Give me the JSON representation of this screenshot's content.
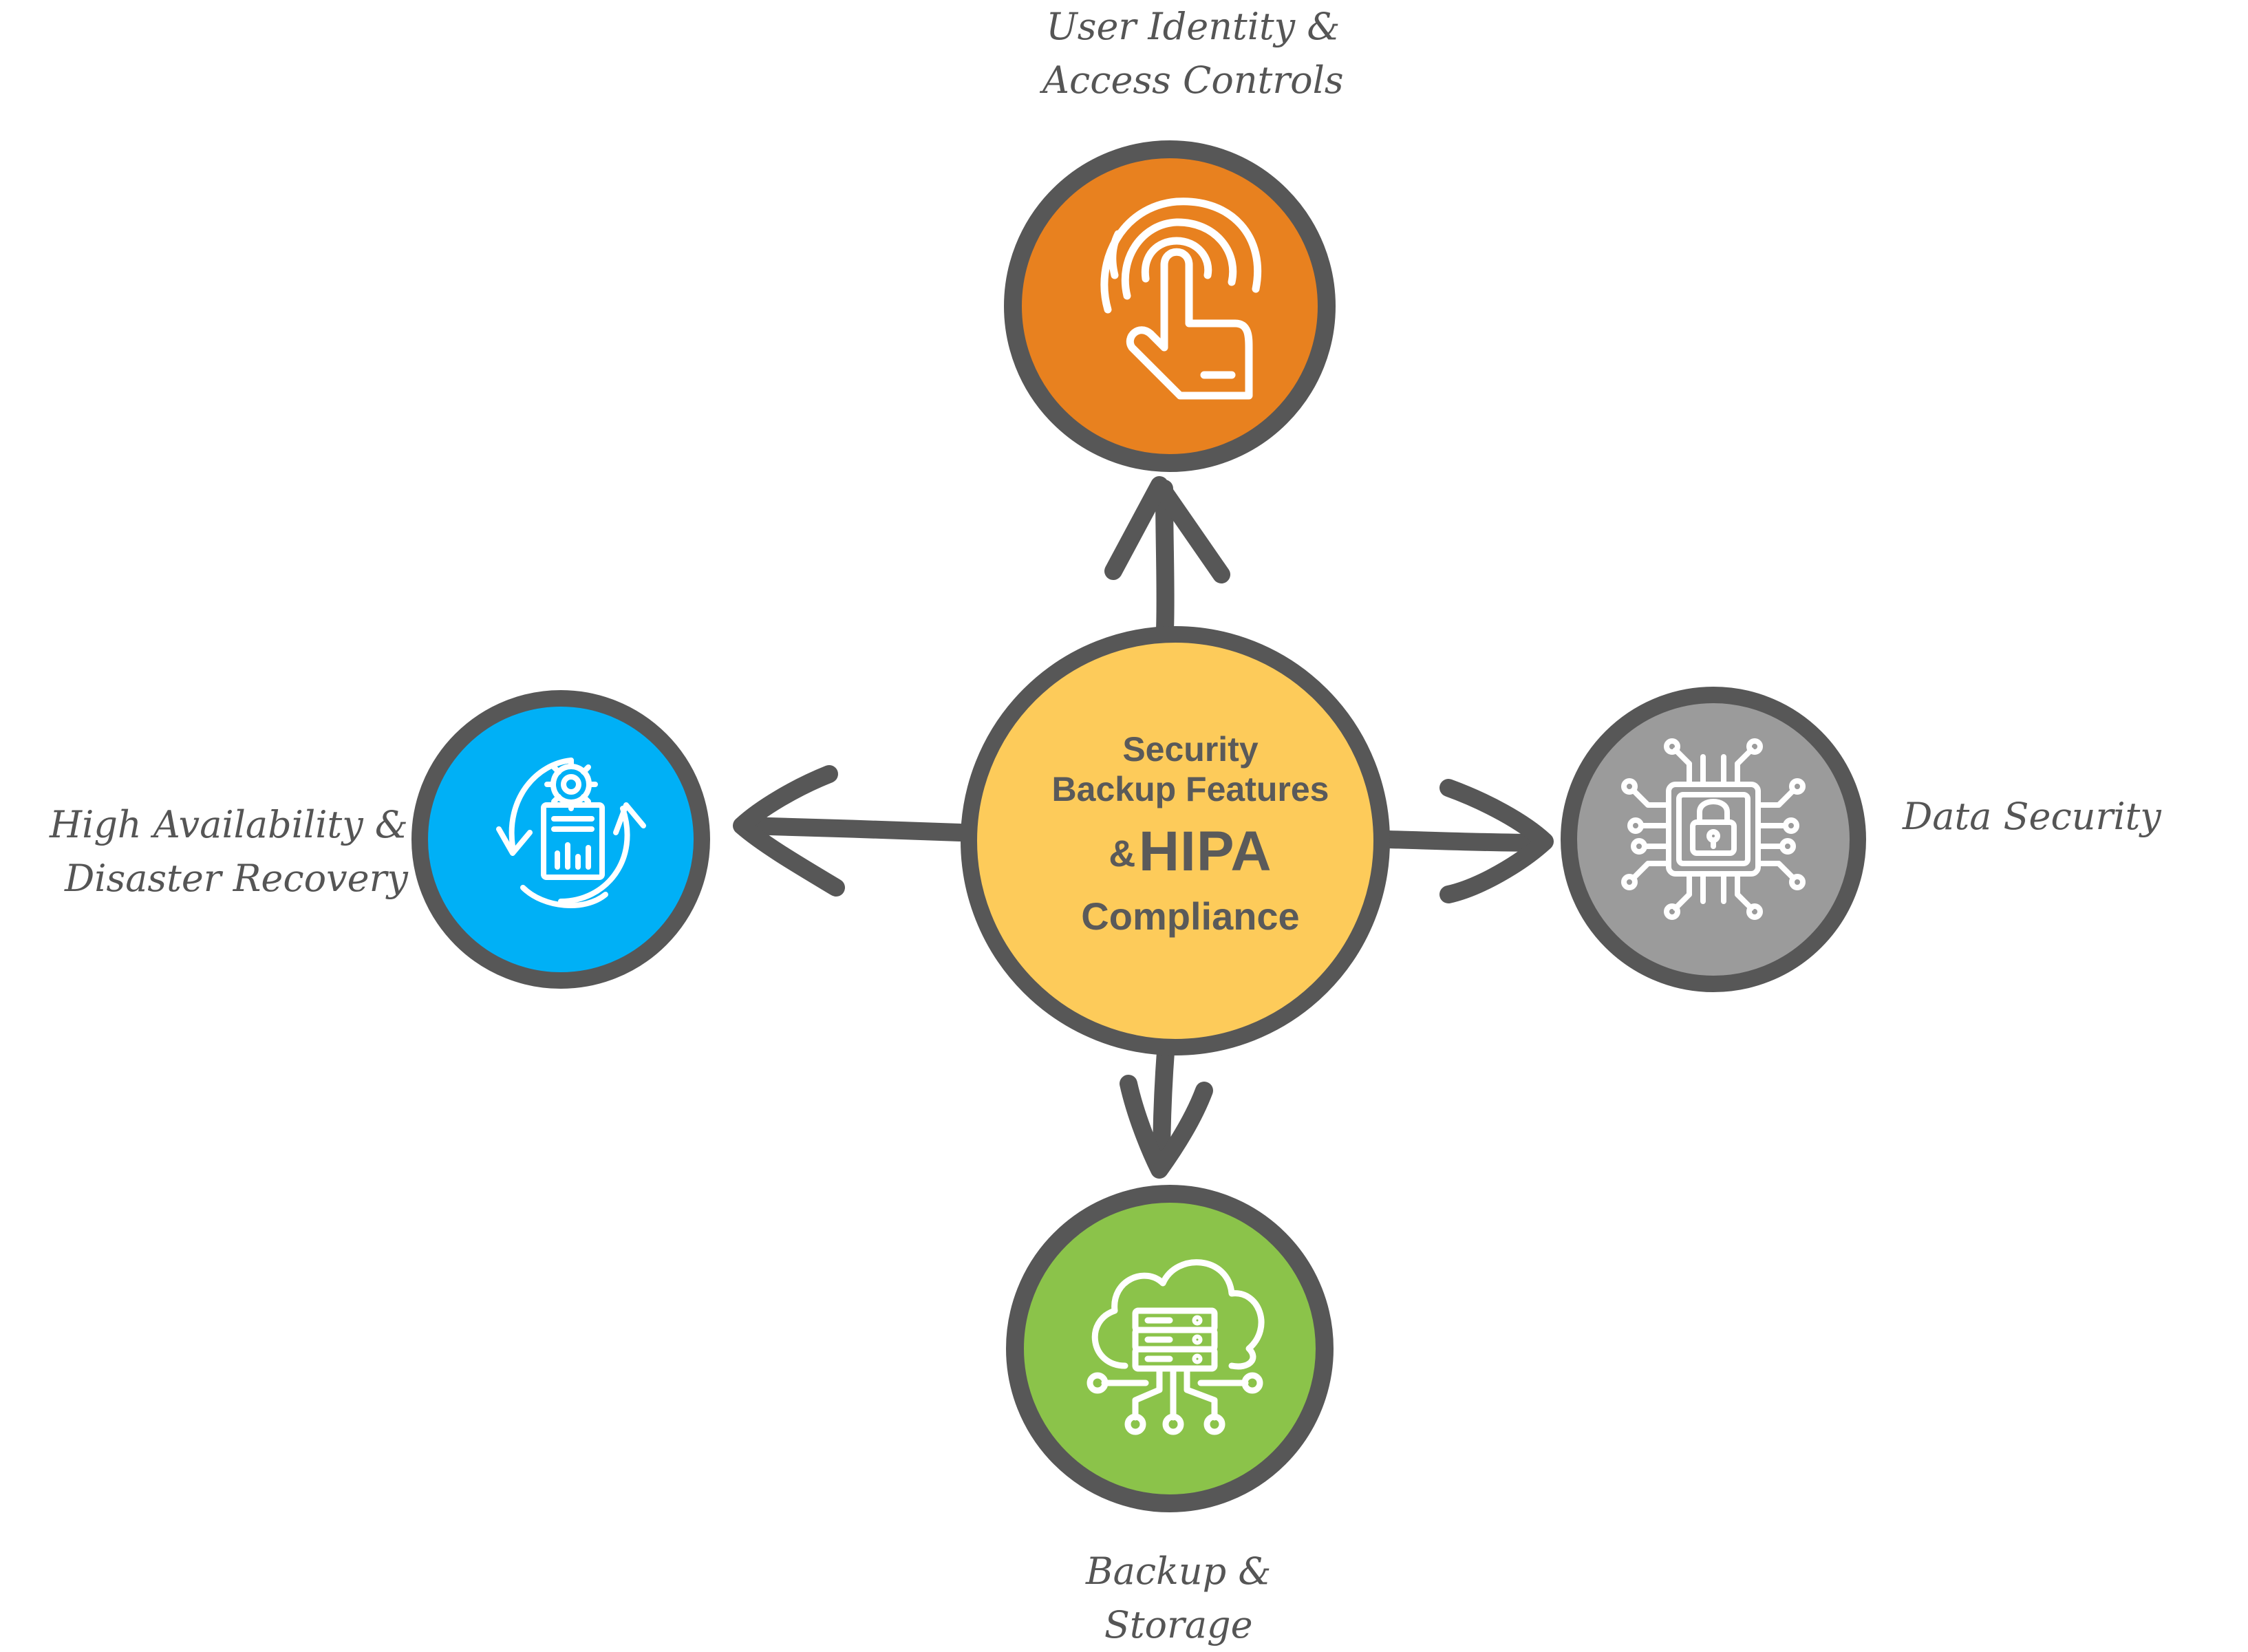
{
  "center": {
    "line1": "Security",
    "line2": "Backup Features",
    "amp": "&",
    "hipa": "HIPA",
    "line4": "Compliance"
  },
  "nodes": {
    "top": {
      "label_line1": "User Identity &",
      "label_line2": "Access Controls",
      "color": "#E8811F",
      "icon": "touch-fingerprint-icon"
    },
    "right": {
      "label_line1": "Data Security",
      "color": "#9B9B9B",
      "icon": "chip-lock-icon"
    },
    "bottom": {
      "label_line1": "Backup &",
      "label_line2": "Storage",
      "color": "#8BC34A",
      "icon": "cloud-server-icon"
    },
    "left": {
      "label_line1": "High Availability &",
      "label_line2": "Disaster Recovery",
      "color": "#00B0F6",
      "icon": "document-refresh-gear-icon"
    }
  },
  "colors": {
    "center_fill": "#FDCB5A",
    "outline": "#575757"
  }
}
